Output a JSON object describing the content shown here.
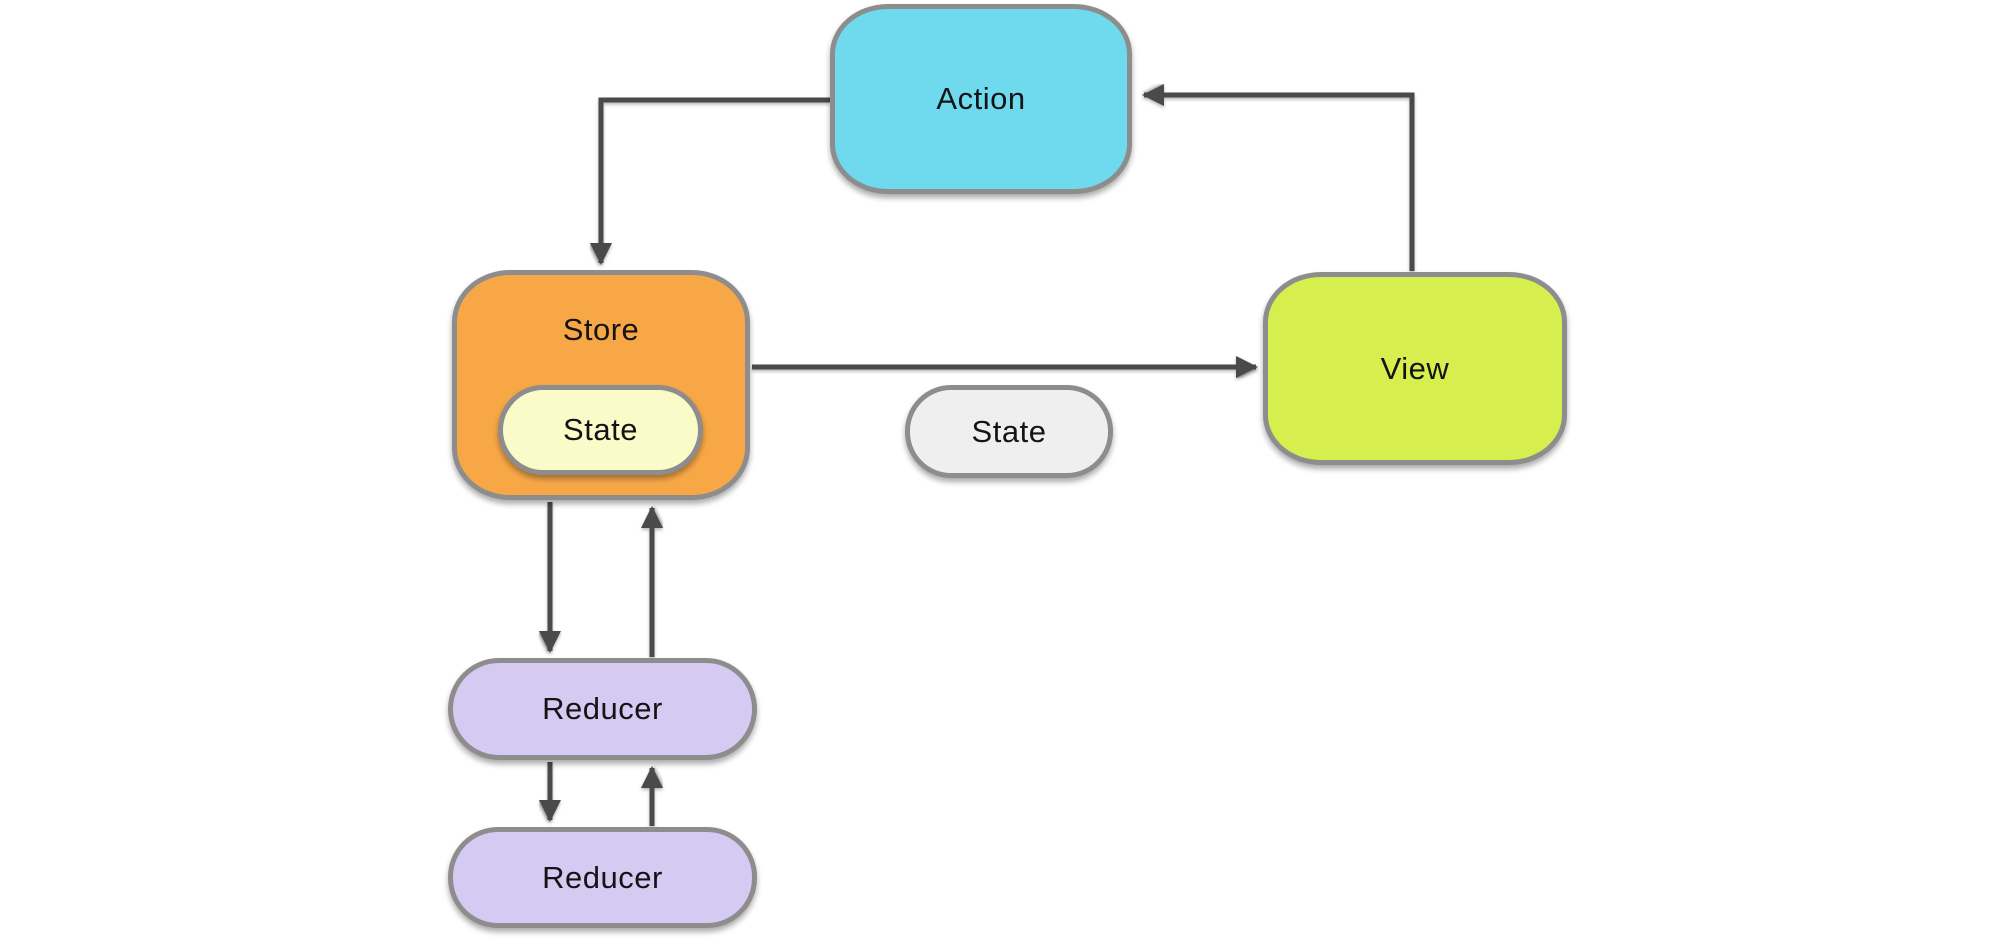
{
  "nodes": {
    "action": {
      "label": "Action",
      "fill": "#6fdaee"
    },
    "store": {
      "label": "Store",
      "fill": "#f8a746"
    },
    "store_state": {
      "label": "State",
      "fill": "#fbfbca"
    },
    "state": {
      "label": "State",
      "fill": "#efefef"
    },
    "view": {
      "label": "View",
      "fill": "#d7ee4f"
    },
    "reducer1": {
      "label": "Reducer",
      "fill": "#d5cbf2"
    },
    "reducer2": {
      "label": "Reducer",
      "fill": "#d5cbf2"
    }
  },
  "edges": [
    {
      "from": "action",
      "to": "store"
    },
    {
      "from": "view",
      "to": "action"
    },
    {
      "from": "store",
      "to": "view"
    },
    {
      "from": "store",
      "to": "reducer1"
    },
    {
      "from": "reducer1",
      "to": "store"
    },
    {
      "from": "reducer1",
      "to": "reducer2"
    },
    {
      "from": "reducer2",
      "to": "reducer1"
    }
  ],
  "colors": {
    "border": "#8d8d8d",
    "arrow": "#4a4a4a",
    "text": "#141414",
    "background": "#ffffff"
  }
}
